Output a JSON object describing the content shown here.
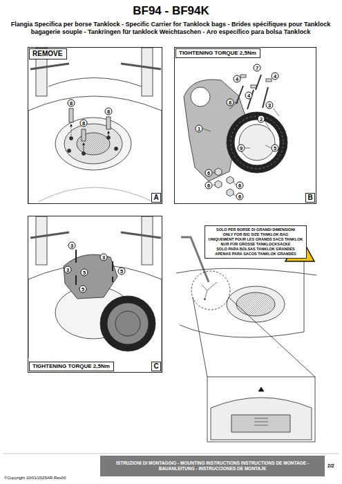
{
  "diagram": {
    "title": "BF94 - BF94K",
    "nodes": [
      {
        "text": [
          "A"
        ]
      },
      {
        "text": [
          "REMOVE"
        ],
        "in": 0
      },
      {
        "text": [
          "B"
        ]
      },
      {
        "text": [
          "TIGHTENING TORQUE 2,5Nm"
        ],
        "in": 2
      },
      {
        "text": [
          "C"
        ]
      },
      {
        "text": [
          "TIGHTENING TORQUE 2,5Nm"
        ],
        "in": 4
      },
      {
        "text": [
          "SOLO PER BORSE DI GRANDI DIMENSIONI",
          "ONLY FOR BIG SIZE TANKLOK BAG",
          "UNIQUEMENT POUR LES GRANDS SACS TANKLOK",
          "NUR FÜR GROSSE TANKLOCKSÄCKE",
          "SOLO PARA BOLSAS TANKLOK GRANDES",
          "APENAS PARA SACOS TANKLOK GRANDES"
        ]
      },
      {
        "text": [
          "ISTRUZIONI DI MONTAGGIO - MOUNTING INSTRUCTIONS INSTRUCTIONS DE MONTAGE - BAUANLEITUNG - INSTRUCCIONES DE MONTAJE"
        ]
      }
    ],
    "labels": [
      "Flangia Specifica per borse Tanklock - Specific Carrier for Tanklock bags - Brides spécifiques pour Tanklock bagagerie souple - Tankringen für tanklock Weichtaschen - Aro específico para bolsa Tanklock",
      "8",
      "8",
      "8",
      "7",
      "4",
      "4",
      "4",
      "8",
      "3",
      "1",
      "2",
      "9",
      "5",
      "6",
      "6",
      "6",
      "6",
      "3",
      "3",
      "5",
      "5",
      "3",
      "5",
      "©Copyright 10/01/2025AR-Rev00",
      "2/2"
    ]
  }
}
